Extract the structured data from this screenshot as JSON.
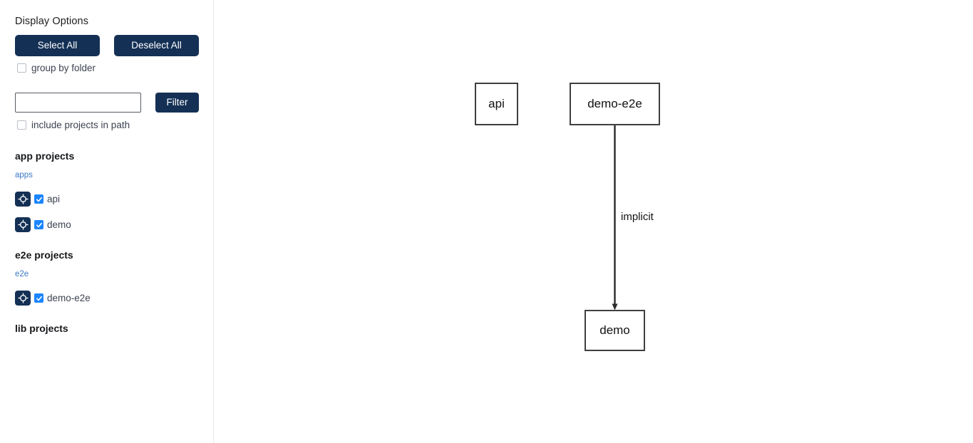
{
  "sidebar": {
    "title": "Display Options",
    "buttons": {
      "select_all": "Select All",
      "deselect_all": "Deselect All",
      "filter": "Filter"
    },
    "checkboxes": {
      "group_by_folder": {
        "label": "group by folder",
        "checked": false
      },
      "include_projects_in_path": {
        "label": "include projects in path",
        "checked": false
      }
    },
    "filter_input": {
      "value": "",
      "placeholder": ""
    },
    "sections": [
      {
        "heading": "app projects",
        "folder": "apps",
        "projects": [
          {
            "name": "api",
            "checked": true,
            "icon": "focus-target-icon"
          },
          {
            "name": "demo",
            "checked": true,
            "icon": "focus-target-icon"
          }
        ]
      },
      {
        "heading": "e2e projects",
        "folder": "e2e",
        "projects": [
          {
            "name": "demo-e2e",
            "checked": true,
            "icon": "focus-target-icon"
          }
        ]
      },
      {
        "heading": "lib projects",
        "folder": "",
        "projects": []
      }
    ]
  },
  "graph": {
    "nodes": [
      {
        "id": "api",
        "label": "api"
      },
      {
        "id": "demo-e2e",
        "label": "demo-e2e"
      },
      {
        "id": "demo",
        "label": "demo"
      }
    ],
    "edges": [
      {
        "from": "demo-e2e",
        "to": "demo",
        "label": "implicit"
      }
    ]
  },
  "colors": {
    "button_navy": "#143055",
    "checkbox_blue": "#1a85ff",
    "folder_link_blue": "#3b76c4",
    "node_border": "#3f3f3f",
    "edge_stroke": "#2b2b2b",
    "divider": "#e8e8e8",
    "background": "#ffffff"
  }
}
